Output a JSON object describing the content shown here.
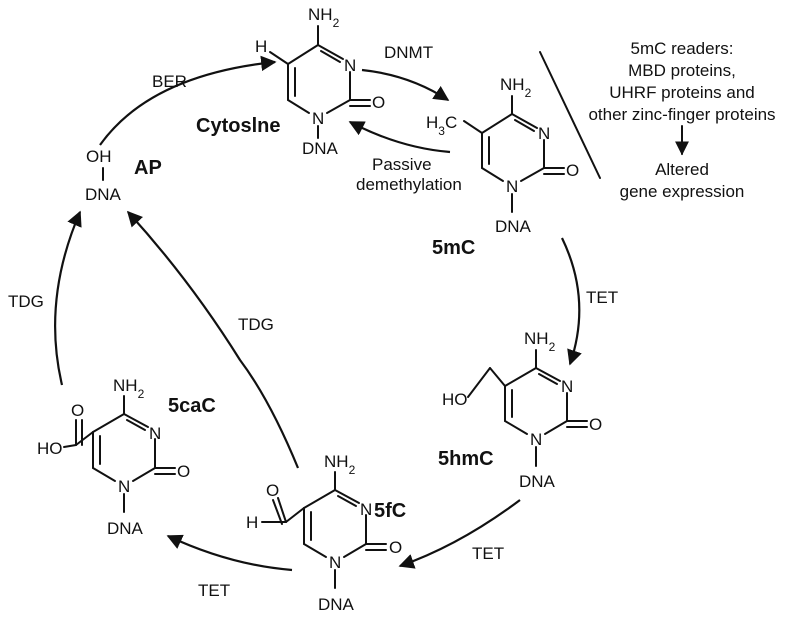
{
  "molecules": {
    "cytosine": {
      "name": "Cytoslne",
      "h": "H",
      "amine": "NH2",
      "n1": "N",
      "n3": "N",
      "o": "O",
      "dna": "DNA"
    },
    "m5c": {
      "name": "5mC",
      "methyl": "H3C",
      "amine": "NH2",
      "n1": "N",
      "n3": "N",
      "o": "O",
      "dna": "DNA"
    },
    "hm5c": {
      "name": "5hmC",
      "ho": "HO",
      "amine": "NH2",
      "n1": "N",
      "n3": "N",
      "o": "O",
      "dna": "DNA"
    },
    "f5c": {
      "name": "5fC",
      "h": "H",
      "o_ald": "O",
      "amine": "NH2",
      "n1": "N",
      "n3": "N",
      "o": "O",
      "dna": "DNA"
    },
    "ca5c": {
      "name": "5caC",
      "ho": "HO",
      "o_acid": "O",
      "amine": "NH2",
      "n1": "N",
      "n3": "N",
      "o": "O",
      "dna": "DNA"
    },
    "ap": {
      "name": "AP",
      "oh": "OH",
      "dna": "DNA"
    }
  },
  "arrows": {
    "dnmt": "DNMT",
    "tet_1": "TET",
    "tet_2": "TET",
    "tet_3": "TET",
    "tdg_1": "TDG",
    "tdg_2": "TDG",
    "ber": "BER",
    "passive": [
      "Passive",
      "demethylation"
    ]
  },
  "readers": {
    "lines": [
      "5mC readers:",
      "MBD proteins,",
      "UHRF proteins and",
      "other zinc-finger proteins"
    ],
    "outcome": [
      "Altered",
      "gene expression"
    ]
  }
}
